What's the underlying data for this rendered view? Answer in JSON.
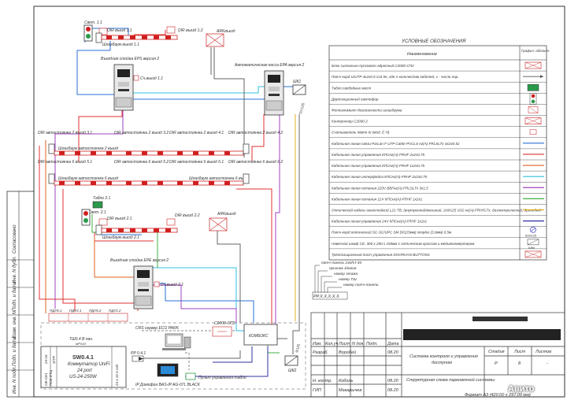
{
  "diagram": {
    "devices": {
      "light_11": "Свет. 1.1",
      "dir_exit_11": "DIR въезд 1.1",
      "dir_exit_12": "DIR въезд 1.2",
      "barrier_11": "Шлагбаум въезд 1.1",
      "entry_stand_eps": "Въездная стойка EPS версия 2",
      "sch_exit_11": "Сч.въезд 1.1",
      "ark_exit": "ARKвъезд",
      "auto_cash": "Автоматическая касса EPA версия 2",
      "shk1": "ШК1",
      "dir_auto_31": "DIR автостоянка 2 въезд 3.1",
      "dir_auto_32": "DIR автостоянка 2 въезд 3.2",
      "dir_auto_41": "DIR автостоянка 2 въезд 4.1",
      "dir_auto_42": "DIR автостоянка 2 въезд 4.2",
      "barrier_auto2": "Шлагбаум автостоянка 2 въезд",
      "dir_auto_51": "DIR автостоянка 6 въезд 5.1",
      "dir_auto_52": "DIR автостоянка 6 въезд 5.2",
      "dir_auto_61": "DIR автостоянка 6 въезд 6.1",
      "dir_auto_62": "DIR автостоянка 6 въезд 6.2",
      "barrier_auto6a": "Шлагбаум автостоянка 6 въезд",
      "barrier_auto6b": "Шлагбаум автостоянка 6 въезд",
      "tablo_21": "Табло 2.1",
      "light_21": "Свет. 2.1",
      "dir_exit_21": "DIR въезд 2.1",
      "dir_exit_22": "DIR въезд 2.2",
      "barrier_21": "Шлагбаум въезд 2.1",
      "ark_exit_2": "ARKвъезд",
      "entry_stand_epe": "Въездная стойка EPE версия 2",
      "sch_exit_21": "Сч.въезд 2.1",
      "pdu_labels": [
        "ПДУ6.1",
        "ПДУ2.1",
        "ПДУ6.2",
        "ПДУ2.2"
      ],
      "crs_server": "CRS сервер ECO PARK",
      "c2000_sp2": "С2000-СП2",
      "kombox": "КОМБОКС",
      "tsh_label": "ТШ0.4 В пан.",
      "tsh_sub": "МР019",
      "switch_name": "SW0.4.1",
      "switch_model": "Коммутатор UniFi",
      "switch_ports": "24 port",
      "switch_sku": "US-24-250W",
      "switch_side_1": "ОБ-СЕ1",
      "switch_side_2": "ПОЕ ЕТЦ",
      "switch_side_3": "24-16",
      "switch_side_4": "S/TP",
      "rack_side": "24 х 16 0.145",
      "pp": "РР 0.4.1",
      "intercom": "IP Домофон BAS-IP AG-07L BLACK",
      "tablo_console": "Пульт управления табло",
      "shk2": "ШК2",
      "optic_tag_1": "5Y/125",
      "optic_tag_2": "9/125"
    },
    "marking": {
      "lines": [
        "патч-панель 24хRJ-45",
        "признак здания",
        "номер этажа",
        "номер ТШ",
        "номер патч-панели"
      ],
      "code": "PP.X.X.X.X.X"
    }
  },
  "legend": {
    "title": "УСЛОВНЫЕ ОБОЗНАЧЕНИЯ",
    "col_name": "Наименование",
    "col_sym": "Графич. обознач.",
    "rows": [
      {
        "text": "Блок сигнально-пускового адресный С2000-СП2",
        "sym": "box",
        "color": "#d04040"
      },
      {
        "text": "Патч-корд  U/UTP 4x2x0,5 Cat 5e, где n-количество кабелей, x - число пар.",
        "sym": "arrow",
        "color": "#555555"
      },
      {
        "text": "Табло свободных мест",
        "sym": "tablo",
        "color": "#2a9a4a"
      },
      {
        "text": "Двухсекционный светофор",
        "sym": "light",
        "color": "#d02020"
      },
      {
        "text": "Фотоэлемент безопасности шлагбаума",
        "sym": "photo",
        "color": "#d04040"
      },
      {
        "text": "Контроллер С2000-2",
        "sym": "box",
        "color": "#d04040"
      },
      {
        "text": "Считыватель Matrix-III (мод. Е Н)",
        "sym": "reader",
        "color": "#d04040"
      },
      {
        "text": "Кабельная линия  связи ParLan F UTP Cat5e PVCLS нг(А) FRLSLTx 4x2x0.52",
        "sym": "line",
        "color": "#2a6fd6"
      },
      {
        "text": "Кабельная линия  управления  КПСнг(А)-FRHF 2x2x0,75",
        "sym": "line",
        "color": "#e03030"
      },
      {
        "text": "Кабельная линия  управления  КПСнг(А)-FRHF 1x2x0,75",
        "sym": "line",
        "color": "#e06020"
      },
      {
        "text": "Кабельная линия  интерфейса КПСнг(А)-FRHF 2x2x0,75",
        "sym": "line",
        "color": "#30c0e0"
      },
      {
        "text": "Кабельная линия  питания 220V ВВГнг(А)-FRLSLTx 3x1,5",
        "sym": "line",
        "color": "#a040c0"
      },
      {
        "text": "Кабельная линия  питания 12V  КПСнг(А)-FRHF 1x2x1",
        "sym": "line",
        "color": "#40b040"
      },
      {
        "text": "Оптический кабель огнестойкий L21-TB, (внутренний/внешний, 2х9/125 G52 нг(А)-FRHFLTx, диэлектрический, бронебый",
        "sym": "line",
        "color": "#e0b020"
      },
      {
        "text": "Кабельная линия  управления 24V  КПСнг(А)-FRHF 1x2x1",
        "sym": "line",
        "color": "#3030a0"
      },
      {
        "text": "Патч-корд оптический SC-SC/UPC SM (9/125мм) simplex (3.0мм) 0.5м",
        "sym": "optic",
        "color": "#3030c0",
        "tag": "5x9/125"
      },
      {
        "text": "Навесной шкаф СЕ, 300 х 250 х 150мм с оптическим кроссом и медиаконвертером",
        "sym": "shk",
        "color": "#555555",
        "tag": "ШКn"
      },
      {
        "text": "Трёхпозиционный пост управления DOORHAN BUTTON3",
        "sym": "box",
        "color": "#d04040"
      }
    ]
  },
  "stamp": {
    "left_labels": [
      "Инв. N подл.",
      "Подп. и дата",
      "Взам. инв. N",
      "Подп. и дата",
      "Инв. N дубл.",
      "Согласовано"
    ],
    "rows": [
      {
        "role": "Изм.",
        "col2": "Кол.уч",
        "col3": "Лист",
        "col4": "N док.",
        "col5": "Подп.",
        "col6": "Дата"
      },
      {
        "role": "Разраб.",
        "name": "Воробей",
        "date": "08.20"
      },
      {
        "role": "",
        "name": "",
        "date": ""
      },
      {
        "role": "Н. контр.",
        "name": "Коболь",
        "date": "08.20"
      },
      {
        "role": "ГИП",
        "name": "Макарычев",
        "date": "08.20"
      }
    ],
    "title_main": "Система контроля и управления доступом",
    "title_sub": "Структурная схема парковочной системы",
    "stage_label": "Стадия",
    "sheet_label": "Лист",
    "sheets_label": "Листов",
    "stage": "Р",
    "sheet": "8",
    "sheets": "-",
    "format": "Формат А3 (420.00 х 297.00 мм)"
  },
  "watermark": "Авито"
}
